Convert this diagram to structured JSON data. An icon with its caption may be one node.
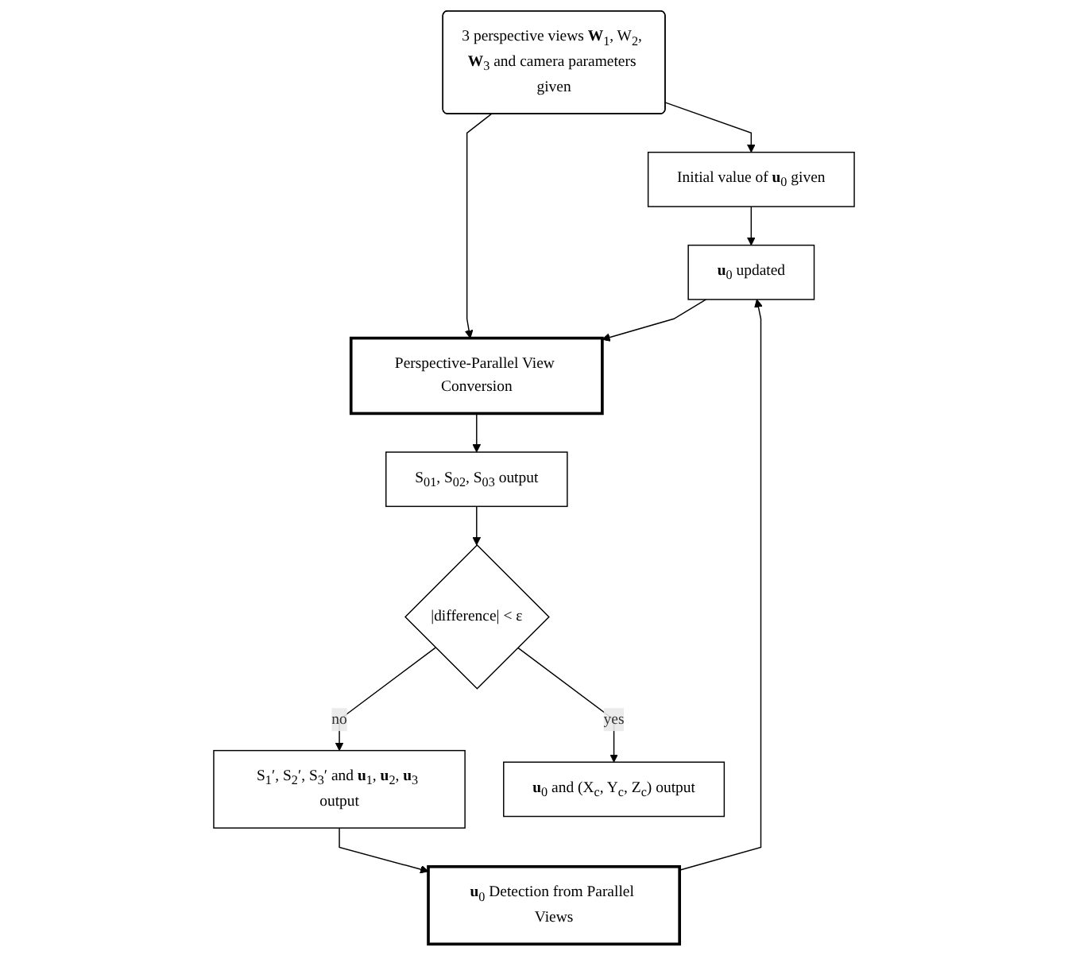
{
  "diagram": {
    "nodes": [
      {
        "text": [
          "3 perspective views **W**$_{1}$, W$_{2}$, **W**$_{3}$ and camera parameters given"
        ]
      },
      {
        "text": [
          "Initial value of **u**$_{0}$ given"
        ]
      },
      {
        "text": [
          "**u**$_{0}$ updated"
        ]
      },
      {
        "text": [
          "**u**$_{0}$ Detection from Parallel Views"
        ]
      },
      {
        "text": [
          "Perspective-Parallel View Conversion"
        ]
      },
      {
        "text": [
          "S$_{01}$, S$_{02}$, S$_{03}$ output"
        ]
      },
      {
        "text": [
          "|difference| < ε"
        ]
      },
      {
        "text": [
          "S$_{1}$′, S$_{2}$′, S$_{3}$′ and **u**$_{1}$, **u**$_{2}$, **u**$_{3}$ output"
        ]
      },
      {
        "text": [
          "**u**$_{0}$ and (X$_{c}$, Y$_{c}$, Z$_{c}$) output"
        ]
      }
    ],
    "edges": [
      {
        "from": 0,
        "to": 1,
        "arrow": "to"
      },
      {
        "from": 0,
        "to": 4,
        "arrow": "to"
      },
      {
        "from": 1,
        "to": 2,
        "arrow": "to"
      },
      {
        "from": 2,
        "to": 4,
        "arrow": "to"
      },
      {
        "from": 3,
        "to": 2,
        "arrow": "to"
      },
      {
        "from": 4,
        "to": 5,
        "arrow": "to"
      },
      {
        "from": 5,
        "to": 6,
        "arrow": "to"
      },
      {
        "from": 6,
        "to": 7,
        "arrow": "to",
        "label": "no"
      },
      {
        "from": 7,
        "to": 3,
        "arrow": "to"
      },
      {
        "from": 6,
        "to": 8,
        "arrow": "to",
        "label": "yes"
      }
    ]
  }
}
